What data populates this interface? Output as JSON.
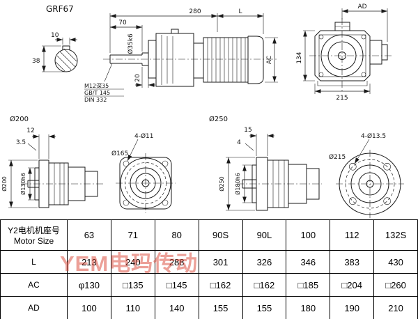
{
  "title": "GRF67",
  "watermark": "YEM电玛传动",
  "drawing": {
    "shaft_section": {
      "key_width": "10",
      "height": "38"
    },
    "side_view": {
      "len_280": "280",
      "len_70": "70",
      "len_L": "L",
      "shaft_dia": "Ø35k6",
      "dim_AC": "AC",
      "dim_20": "20",
      "note1": "M12深35",
      "note2": "GB/T 145",
      "note3": "DIN 332"
    },
    "rear_view": {
      "dim_AD": "AD",
      "dim_134": "134",
      "dim_215": "215"
    },
    "flange200": {
      "title": "Ø200",
      "thickness": "12",
      "spigot_depth": "3.5",
      "od": "Ø200",
      "spigot": "Ø130h6",
      "bolt_circle": "Ø165",
      "holes": "4-Ø11"
    },
    "flange250": {
      "title": "Ø250",
      "thickness": "15",
      "spigot_depth": "4",
      "od": "Ø250",
      "spigot": "Ø180h6",
      "bolt_circle": "Ø215",
      "holes": "4-Ø13.5"
    }
  },
  "table": {
    "header": {
      "line1": "Y2电机机座号",
      "line2": "Motor Size"
    },
    "sizes": [
      "63",
      "71",
      "80",
      "90S",
      "90L",
      "100",
      "112",
      "132S"
    ],
    "rows": [
      {
        "label": "L",
        "values": [
          "213",
          "240",
          "288",
          "301",
          "326",
          "346",
          "383",
          "430"
        ]
      },
      {
        "label": "AC",
        "values": [
          "φ130",
          "□135",
          "□145",
          "□162",
          "□162",
          "□185",
          "□204",
          "□260"
        ]
      },
      {
        "label": "AD",
        "values": [
          "100",
          "110",
          "140",
          "155",
          "155",
          "180",
          "190",
          "210"
        ]
      }
    ]
  }
}
